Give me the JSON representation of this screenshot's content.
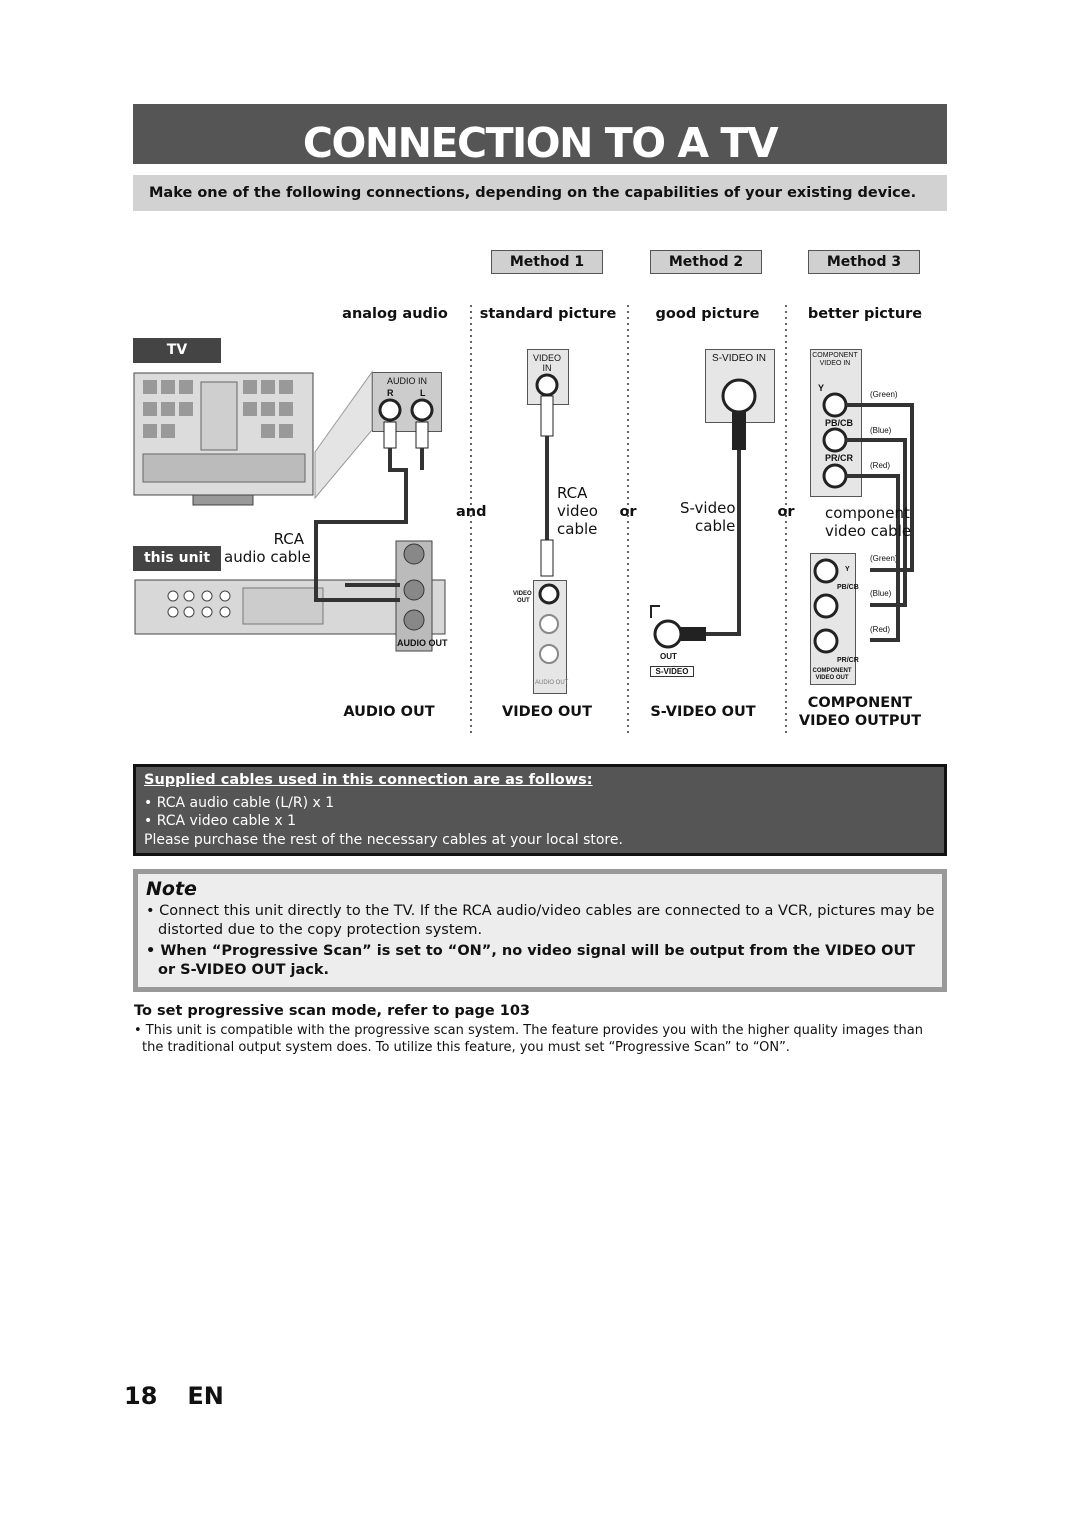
{
  "title": "CONNECTION TO A TV",
  "instruction": "Make one of the following connections, depending on the capabilities of your existing device.",
  "methods": [
    {
      "label": "Method 1",
      "quality": "standard picture",
      "output": "VIDEO OUT",
      "cable": [
        "RCA",
        "video",
        "cable"
      ]
    },
    {
      "label": "Method 2",
      "quality": "good picture",
      "output": "S-VIDEO OUT",
      "cable": [
        "S-video",
        "cable"
      ]
    },
    {
      "label": "Method 3",
      "quality": "better picture",
      "output": [
        "COMPONENT",
        "VIDEO OUTPUT"
      ],
      "cable": [
        "component",
        "video cable"
      ]
    }
  ],
  "analog": {
    "quality": "analog audio",
    "output": "AUDIO OUT",
    "cable": [
      "RCA",
      "audio cable"
    ]
  },
  "connectors": {
    "and": "and",
    "or": "or"
  },
  "device_labels": {
    "tv": "TV",
    "unit": "this unit"
  },
  "jacks": {
    "audio_in": "AUDIO IN",
    "r": "R",
    "l": "L",
    "video_in": [
      "VIDEO",
      "IN"
    ],
    "svideo_in": "S-VIDEO IN",
    "component_in": [
      "COMPONENT",
      "VIDEO IN"
    ],
    "y": "Y",
    "pb": "PB/CB",
    "pr": "PR/CR",
    "yp": "Y",
    "pbp": "PB/CB",
    "prp": "PR/CR",
    "green": "(Green)",
    "blue": "(Blue)",
    "red": "(Red)",
    "video_out": [
      "VIDEO",
      "OUT"
    ],
    "audio_out": "AUDIO OUT",
    "out": "OUT",
    "svideo": "S-VIDEO",
    "component_out": [
      "COMPONENT",
      "VIDEO OUT"
    ]
  },
  "supplied": {
    "heading": "Supplied cables used in this connection are as follows:",
    "items": [
      "• RCA audio cable (L/R) x 1",
      "• RCA video cable x 1"
    ],
    "footer": "Please purchase the rest of the necessary cables at your local store."
  },
  "note": {
    "title": "Note",
    "items": [
      "• Connect this unit directly to the TV. If the RCA audio/video cables are connected to a VCR, pictures may be distorted due to the copy protection system.",
      "• When “Progressive Scan” is set to “ON”, no video signal will be output from the VIDEO OUT or S-VIDEO OUT jack."
    ]
  },
  "progressive": {
    "heading": "To set progressive scan mode, refer to page 103",
    "text": "• This unit is compatible with the progressive scan system. The feature provides you with the higher quality images than the traditional output system does. To utilize this feature, you must set “Progressive Scan” to “ON”."
  },
  "page": {
    "number": "18",
    "lang": "EN"
  }
}
